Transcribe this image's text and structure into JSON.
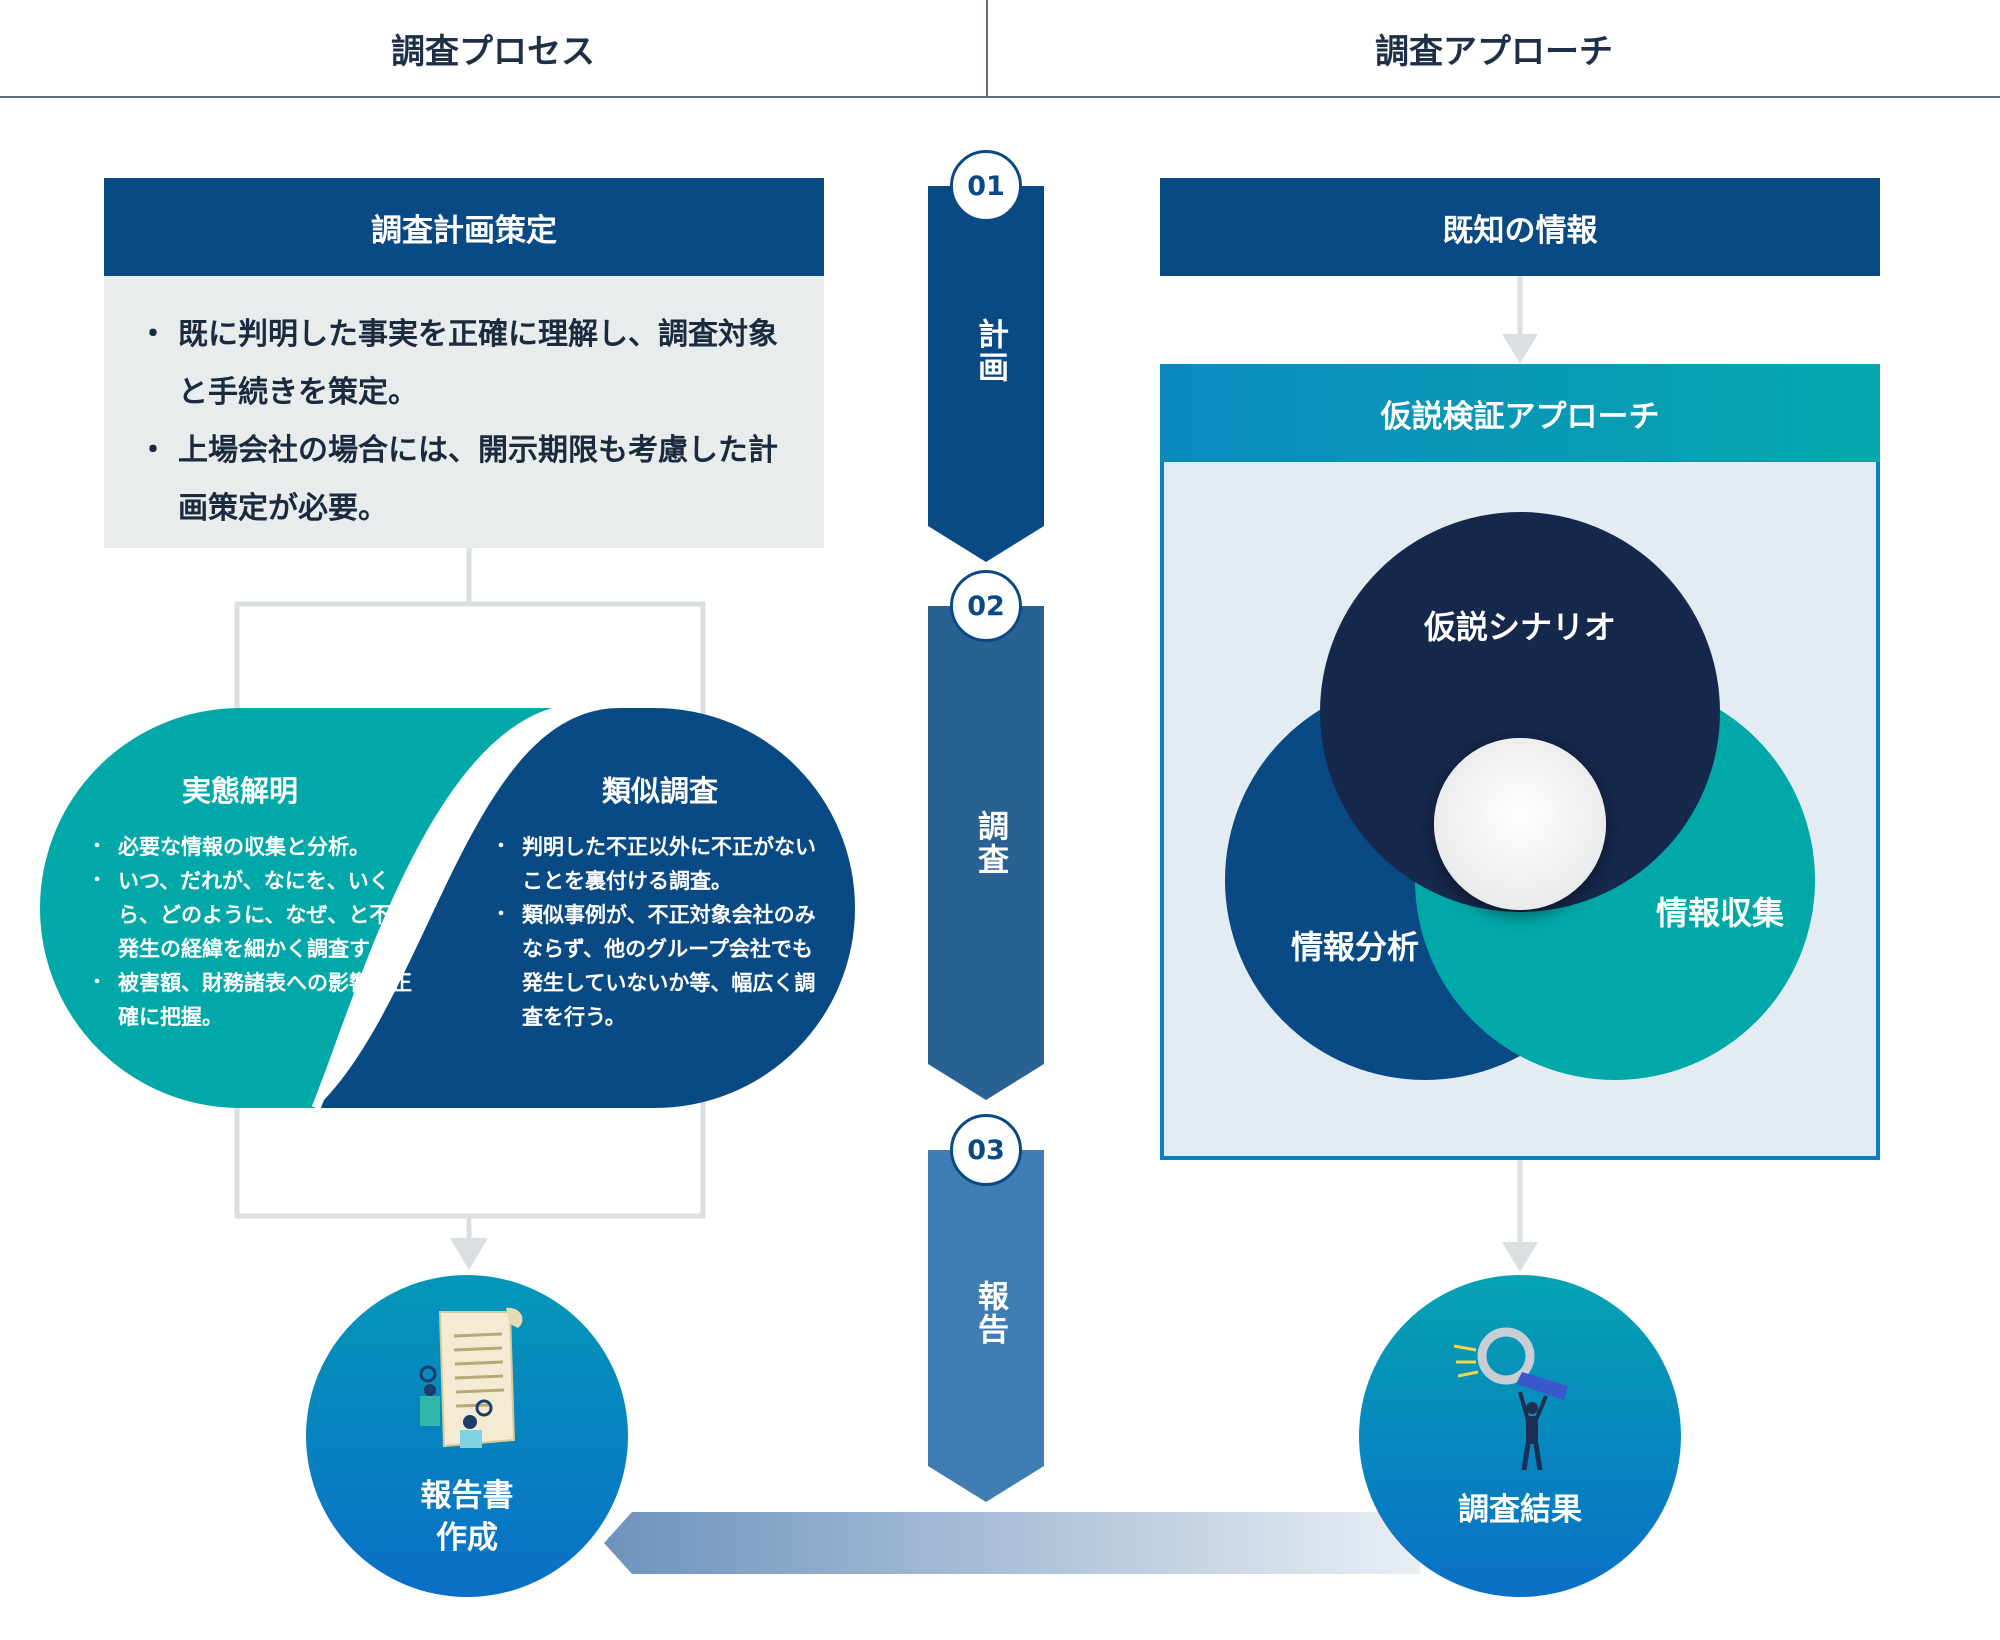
{
  "header": {
    "left": "調査プロセス",
    "right": "調査アプローチ"
  },
  "plan": {
    "title": "調査計画策定",
    "bullets": [
      "既に判明した事実を正確に理解し、調査対象と手続きを策定。",
      "上場会社の場合には、開示期限も考慮した計画策定が必要。"
    ]
  },
  "fact": {
    "title": "実態解明",
    "bullets": [
      "必要な情報の収集と分析。",
      "いつ、だれが、なにを、いくら、どのように、なぜ、と不正発生の経緯を細かく調査する。",
      "被害額、財務諸表への影響を正確に把握。"
    ]
  },
  "similar": {
    "title": "類似調査",
    "bullets": [
      "判明した不正以外に不正がないことを裏付ける調査。",
      "類似事例が、不正対象会社のみならず、他のグループ会社でも発生していないか等、幅広く調査を行う。"
    ]
  },
  "report": {
    "line1": "報告書",
    "line2": "作成"
  },
  "steps": [
    {
      "num": "01",
      "label": "計画",
      "color": "#0a4a84"
    },
    {
      "num": "02",
      "label": "調査",
      "color": "#2a6193"
    },
    {
      "num": "03",
      "label": "報告",
      "color": "#407db2"
    }
  ],
  "known": {
    "title": "既知の情報"
  },
  "hypothesis": {
    "title": "仮説検証アプローチ"
  },
  "venn": {
    "scenario": "仮説シナリオ",
    "analysis": "情報分析",
    "collection": "情報収集"
  },
  "result": {
    "title": "調査結果"
  },
  "colors": {
    "navy": "#0a4a84",
    "dark_navy": "#16284c",
    "teal": "#00a8a8",
    "light_gray": "#e8eced",
    "light_blue_panel": "#e3ebf3"
  }
}
